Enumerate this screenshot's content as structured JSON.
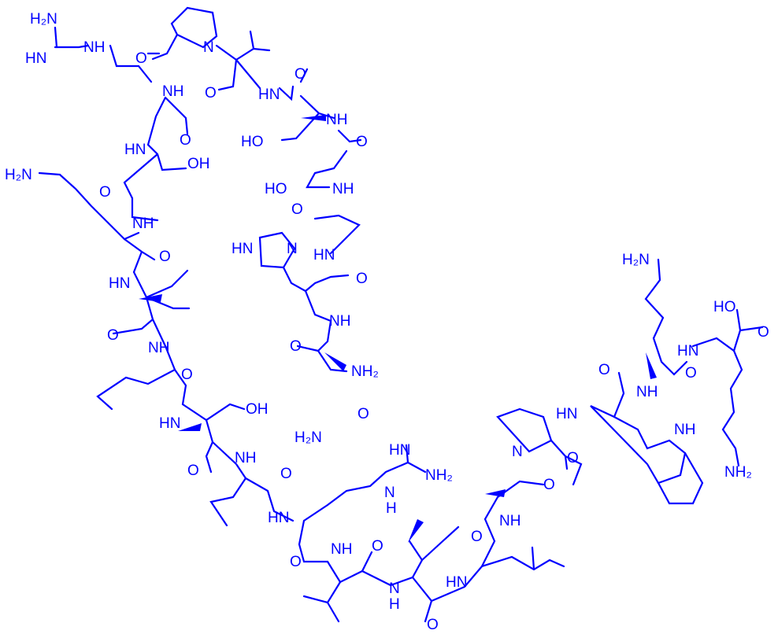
{
  "colors": {
    "ink": "#0000ff",
    "background": "#ffffff"
  },
  "labels": {
    "arg1_nh2": "H₂N",
    "arg1_imine": "HN",
    "arg1_nh": "NH",
    "pro1_n": "N",
    "pro1_o": "O",
    "val1_o": "O",
    "val1_nh": "HN",
    "val1_o2": "O",
    "arg1_backbone_nh": "NH",
    "ser1_nh": "NH",
    "ser1_oh": "HO",
    "ser1_o": "O",
    "arg1_o": "O",
    "ser2_hn": "HN",
    "ser2_oh": "OH",
    "ser2_o": "O",
    "ser3_oh": "HO",
    "ser3_nh": "NH",
    "lys1_nh2": "H₂N",
    "lys1_nh": "NH",
    "lys1_o": "O",
    "ala1_o": "O",
    "his_ring_hn": "HN",
    "his_ring_n": "N",
    "ala1_hn": "HN",
    "his_o": "O",
    "ile1_hn": "HN",
    "ile1_o": "O",
    "ile1_nh": "NH",
    "his_nh": "NH",
    "asn_o": "O",
    "asn_nh2": "NH₂",
    "leu1_o": "O",
    "thr_oh": "OH",
    "thr_hn": "HN",
    "asn_side_o": "O",
    "asn_h2n": "H₂N",
    "thr_o": "O",
    "val2_nh": "NH",
    "val2_o": "O",
    "arg2_hn_imine": "HN",
    "arg2_nh2": "NH₂",
    "arg2_n": "N",
    "arg2_h": "H",
    "arg2_backbone_hn": "HN",
    "arg2_o": "O",
    "val3_nh": "NH",
    "val3_o": "O",
    "ile2_n": "N",
    "ile2_h": "H",
    "ile2_o": "O",
    "leu2_hn": "HN",
    "leu2_o": "O",
    "ala2_nh": "NH",
    "ala2_o": "O",
    "pro2_n": "N",
    "pro2_o": "O",
    "trp_hn": "HN",
    "trp_o": "O",
    "trp_ring_nh": "NH",
    "lys2_nh2": "H₂N",
    "lys2_o": "O",
    "lys2_nh": "NH",
    "lys3_oh": "HO",
    "lys3_o": "O",
    "lys3_hn": "HN",
    "lys3_o2": "O",
    "lys3_nh2": "NH₂"
  }
}
